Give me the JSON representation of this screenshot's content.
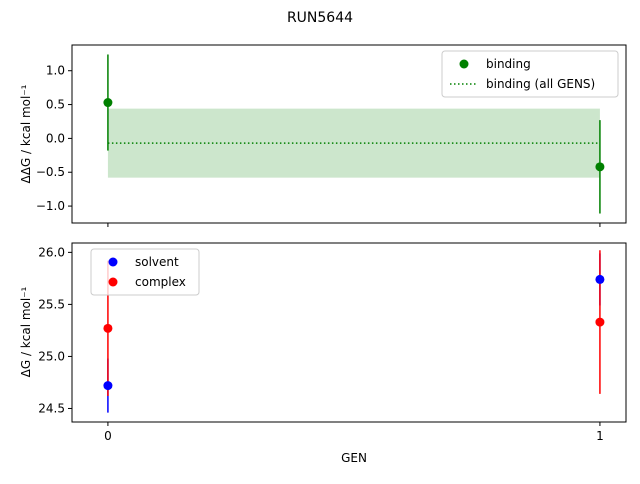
{
  "chart_data": [
    {
      "type": "scatter",
      "suptitle": "RUN5644",
      "ylabel": "ΔΔG / kcal mol⁻¹",
      "xlim": [
        -0.073,
        1.053
      ],
      "ylim": [
        -1.25,
        1.38
      ],
      "xticks": [
        0,
        1
      ],
      "yticks": [
        1.0,
        0.5,
        0.0,
        -0.5,
        -1.0
      ],
      "ytick_labels": [
        "1.0",
        "0.5",
        "0.0",
        "−0.5",
        "−1.0"
      ],
      "legend_position": "upper right",
      "series": [
        {
          "name": "binding",
          "color": "#008000",
          "x": [
            0,
            1
          ],
          "y": [
            0.53,
            -0.42
          ],
          "yerr": [
            0.71,
            0.69
          ]
        },
        {
          "name": "binding (all GENS)",
          "color": "#008000",
          "style": "dotted",
          "y": -0.07,
          "band": [
            -0.58,
            0.44
          ],
          "band_color": "#cce6cc"
        }
      ]
    },
    {
      "type": "scatter",
      "xlabel": "GEN",
      "ylabel": "ΔG / kcal mol⁻¹",
      "xlim": [
        -0.073,
        1.053
      ],
      "ylim": [
        24.37,
        26.09
      ],
      "xticks": [
        0,
        1
      ],
      "xtick_labels": [
        "0",
        "1"
      ],
      "yticks": [
        26.0,
        25.5,
        25.0,
        24.5
      ],
      "ytick_labels": [
        "26.0",
        "25.5",
        "25.0",
        "24.5"
      ],
      "legend_position": "upper left",
      "series": [
        {
          "name": "solvent",
          "color": "#0000ff",
          "x": [
            0,
            1
          ],
          "y": [
            24.72,
            25.74
          ],
          "yerr": [
            0.26,
            0.25
          ]
        },
        {
          "name": "complex",
          "color": "#ff0000",
          "x": [
            0,
            1
          ],
          "y": [
            25.27,
            25.33
          ],
          "yerr": [
            0.65,
            0.69
          ]
        }
      ]
    }
  ]
}
